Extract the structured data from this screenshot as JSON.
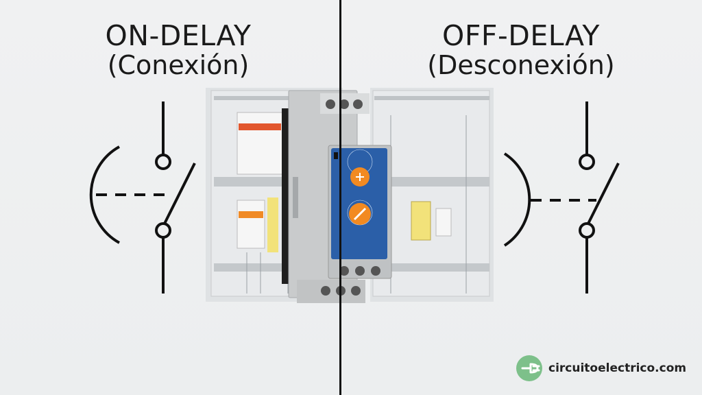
{
  "left": {
    "title": "ON-DELAY",
    "subtitle": "(Conexión)"
  },
  "right": {
    "title": "OFF-DELAY",
    "subtitle": "(Desconexión)"
  },
  "brand": {
    "text": "circuitoelectrico.com",
    "logo_icon": "plug-leaf-icon",
    "logo_color": "#7dc08a"
  },
  "colors": {
    "ink": "#111111",
    "relay_face": "#2b5fa8",
    "dial": "#f28a21",
    "housing": "#c9cbcc"
  }
}
